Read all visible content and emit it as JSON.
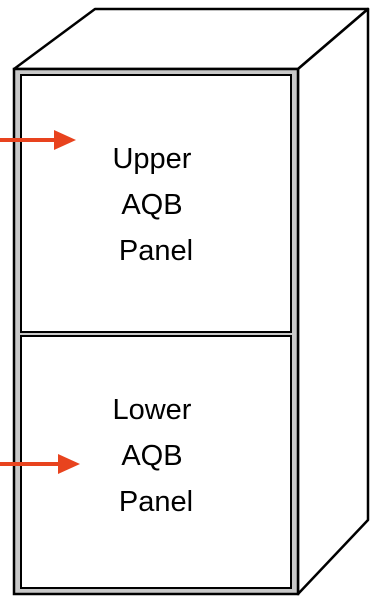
{
  "panels": [
    {
      "lines": [
        "Upper",
        "AQB",
        "Panel"
      ]
    },
    {
      "lines": [
        "Lower",
        "AQB",
        "Panel"
      ]
    }
  ],
  "colors": {
    "outline": "#000000",
    "frame_fill": "#c8c8c8",
    "arrow": "#e8431e",
    "background": "#ffffff"
  }
}
